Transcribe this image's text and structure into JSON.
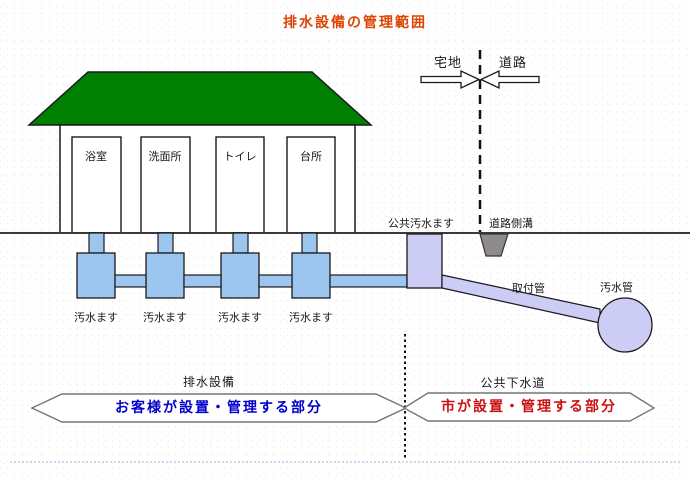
{
  "title": "排水設備の管理範囲",
  "boundary": {
    "left_label": "宅地",
    "right_label": "道路"
  },
  "house": {
    "rooms": [
      "浴室",
      "洗面所",
      "トイレ",
      "台所"
    ]
  },
  "drainage": {
    "basin_labels": [
      "汚水ます",
      "汚水ます",
      "汚水ます",
      "汚水ます"
    ],
    "public_basin_label": "公共汚水ます",
    "road_gutter_label": "道路側溝",
    "connection_pipe_label": "取付管",
    "sewer_pipe_label": "汚水管"
  },
  "legend": {
    "left": {
      "heading": "排水設備",
      "banner": "お客様が設置・管理する部分"
    },
    "right": {
      "heading": "公共下水道",
      "banner": "市が設置・管理する部分"
    }
  },
  "colors": {
    "title": "#dd4400",
    "roof": "#008000",
    "private_pipe": "#9cc6f0",
    "public_pipe": "#ccccf5",
    "gutter": "#8f8b8b",
    "customer_text": "#0000cc",
    "city_text": "#cc1111"
  }
}
